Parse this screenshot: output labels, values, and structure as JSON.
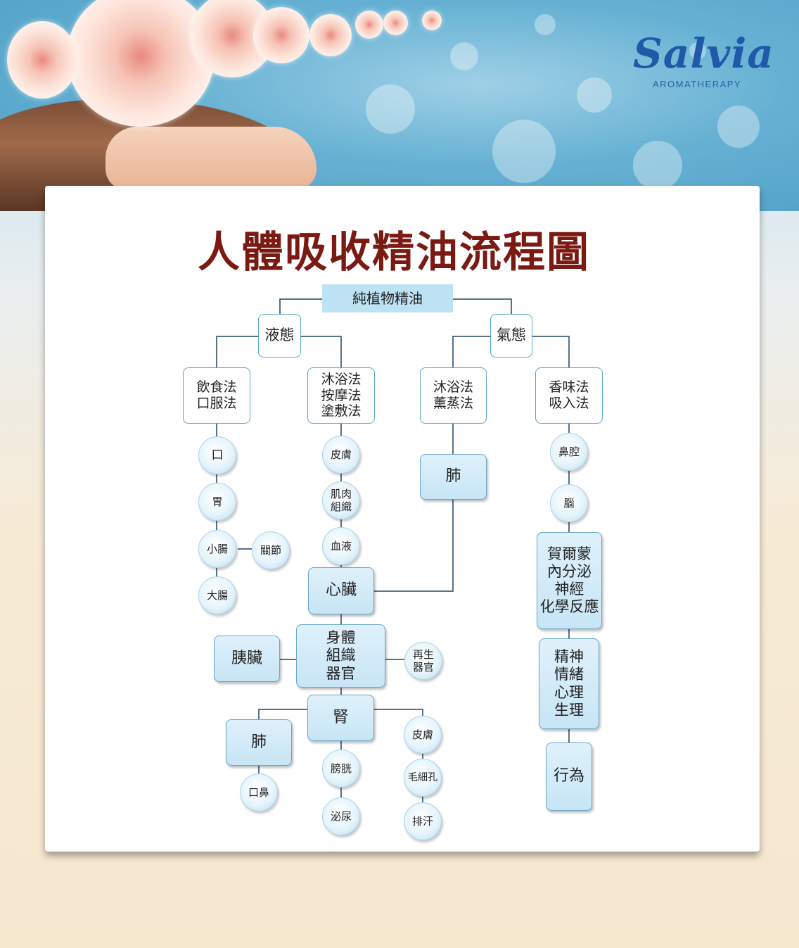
{
  "brand": {
    "name": "Salvia",
    "subtitle": "AROMATHERAPY"
  },
  "title": "人體吸收精油流程圖",
  "diagram": {
    "root": "純植物精油",
    "liquid": "液態",
    "gas": "氣態",
    "oral_methods": "飲食法\n口服法",
    "bath_massage_methods": "沐浴法\n按摩法\n塗敷法",
    "bath_steam_methods": "沐浴法\n薰蒸法",
    "inhale_methods": "香味法\n吸入法",
    "mouth": "口",
    "stomach": "胃",
    "small_intestine": "小腸",
    "joints": "關節",
    "large_intestine": "大腸",
    "skin": "皮膚",
    "muscle_tissue": "肌肉\n組織",
    "blood": "血液",
    "heart": "心臟",
    "lung_upper": "肺",
    "nasal_cavity": "鼻腔",
    "brain": "腦",
    "hormone": "賀爾蒙\n內分泌\n神經\n化學反應",
    "mind": "精神\n情緒\n心理\n生理",
    "behavior": "行為",
    "body_tissue": "身體\n組織\n器官",
    "pancreas": "胰臟",
    "regen": "再生\n器官",
    "kidney": "腎",
    "lung_lower": "肺",
    "nose_mouth": "口鼻",
    "bladder": "膀胱",
    "urine": "泌尿",
    "skin_lower": "皮膚",
    "pores": "毛細孔",
    "sweat": "排汗"
  }
}
